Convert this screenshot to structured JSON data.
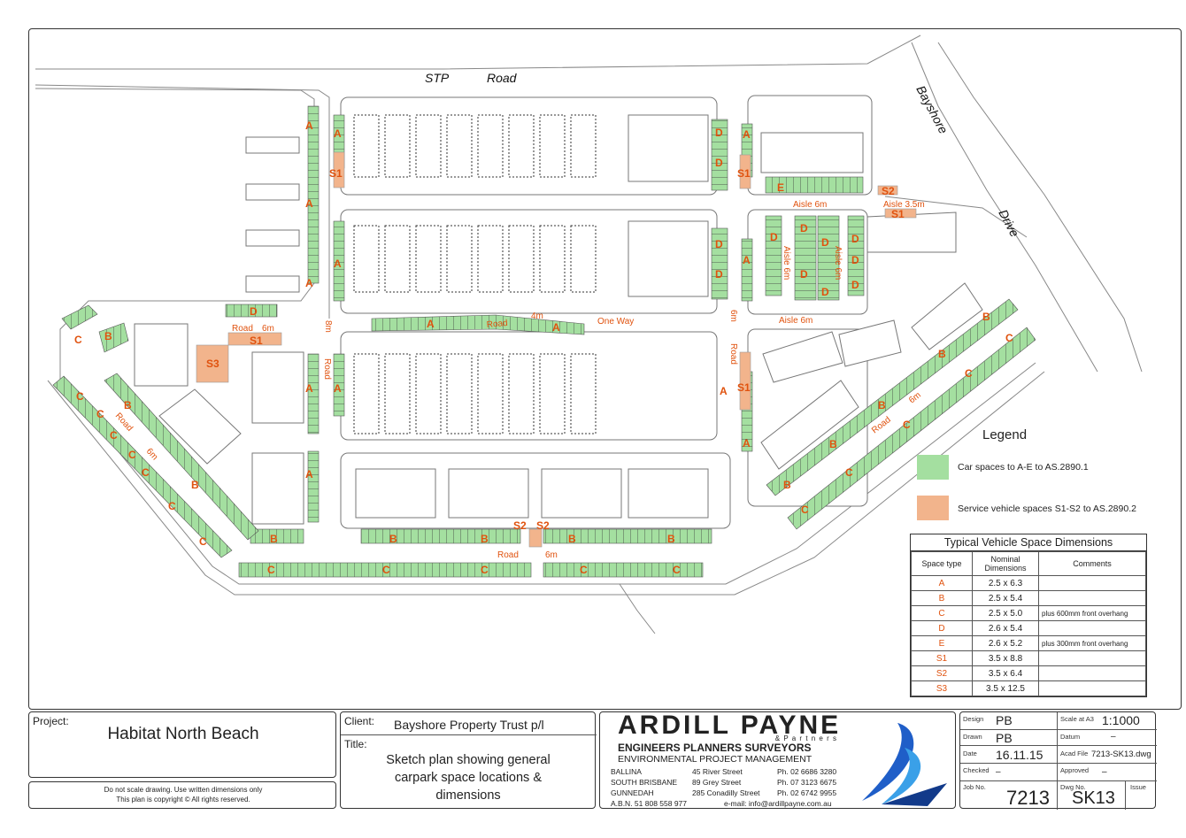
{
  "streets": {
    "stp": "STP",
    "road": "Road",
    "bayshore": "Bayshore",
    "drive": "Drive"
  },
  "plan_labels": {
    "A": "A",
    "B": "B",
    "C": "C",
    "D": "D",
    "E": "E",
    "S1": "S1",
    "S2": "S2",
    "S3": "S3",
    "aisle_6m": "Aisle 6m",
    "aisle_3_5m": "Aisle 3.5m",
    "road": "Road",
    "m6": "6m",
    "m4": "4m",
    "one_way": "One  Way",
    "m8": "8m"
  },
  "legend": {
    "title": "Legend",
    "items": [
      {
        "color": "#a4dfa0",
        "label": "Car spaces to A-E to AS.2890.1"
      },
      {
        "color": "#f2b48c",
        "label": "Service vehicle spaces S1-S2 to AS.2890.2"
      }
    ]
  },
  "dim_table": {
    "title": "Typical Vehicle Space Dimensions",
    "headers": [
      "Space type",
      "Nominal Dimensions",
      "Comments"
    ],
    "rows": [
      {
        "type": "A",
        "dims": "2.5 x 6.3",
        "comment": ""
      },
      {
        "type": "B",
        "dims": "2.5 x 5.4",
        "comment": ""
      },
      {
        "type": "C",
        "dims": "2.5 x 5.0",
        "comment": "plus 600mm front overhang"
      },
      {
        "type": "D",
        "dims": "2.6 x 5.4",
        "comment": ""
      },
      {
        "type": "E",
        "dims": "2.6 x 5.2",
        "comment": "plus 300mm front overhang"
      },
      {
        "type": "S1",
        "dims": "3.5 x 8.8",
        "comment": ""
      },
      {
        "type": "S2",
        "dims": "3.5 x 6.4",
        "comment": ""
      },
      {
        "type": "S3",
        "dims": "3.5 x 12.5",
        "comment": ""
      }
    ]
  },
  "title_block": {
    "project_label": "Project:",
    "project": "Habitat North Beach",
    "disclaimer_1": "Do not scale drawing. Use written dimensions only",
    "disclaimer_2": "This plan is copyright © All rights reserved.",
    "client_label": "Client:",
    "client": "Bayshore Property Trust p/l",
    "title_label": "Title:",
    "title": "Sketch plan showing general carpark space locations & dimensions",
    "firm": "ARDILL PAYNE",
    "firm_partners": "& P a r t n e r s",
    "firm_line1": "ENGINEERS  PLANNERS  SURVEYORS",
    "firm_line2": "ENVIRONMENTAL    PROJECT MANAGEMENT",
    "offices": [
      {
        "town": "BALLINA",
        "street": "45 River Street",
        "phone": "Ph. 02 6686 3280"
      },
      {
        "town": "SOUTH BRISBANE",
        "street": "89 Grey Street",
        "phone": "Ph. 07 3123 6675"
      },
      {
        "town": "GUNNEDAH",
        "street": "285 Conadilly Street",
        "phone": "Ph. 02 6742 9955"
      }
    ],
    "abn": "A.B.N. 51 808 558 977",
    "email": "e-mail:  info@ardillpayne.com.au",
    "design_label": "Design",
    "design": "PB",
    "scale_label": "Scale at A3",
    "scale": "1:1000",
    "drawn_label": "Drawn",
    "drawn": "PB",
    "datum_label": "Datum",
    "datum": "–",
    "date_label": "Date",
    "date": "16.11.15",
    "acad_label": "Acad File",
    "acad": "7213-SK13.dwg",
    "checked_label": "Checked",
    "checked": "–",
    "approved_label": "Approved",
    "approved": "–",
    "job_label": "Job No.",
    "job": "7213",
    "dwg_label": "Dwg No.",
    "dwg": "SK13",
    "issue_label": "Issue"
  }
}
